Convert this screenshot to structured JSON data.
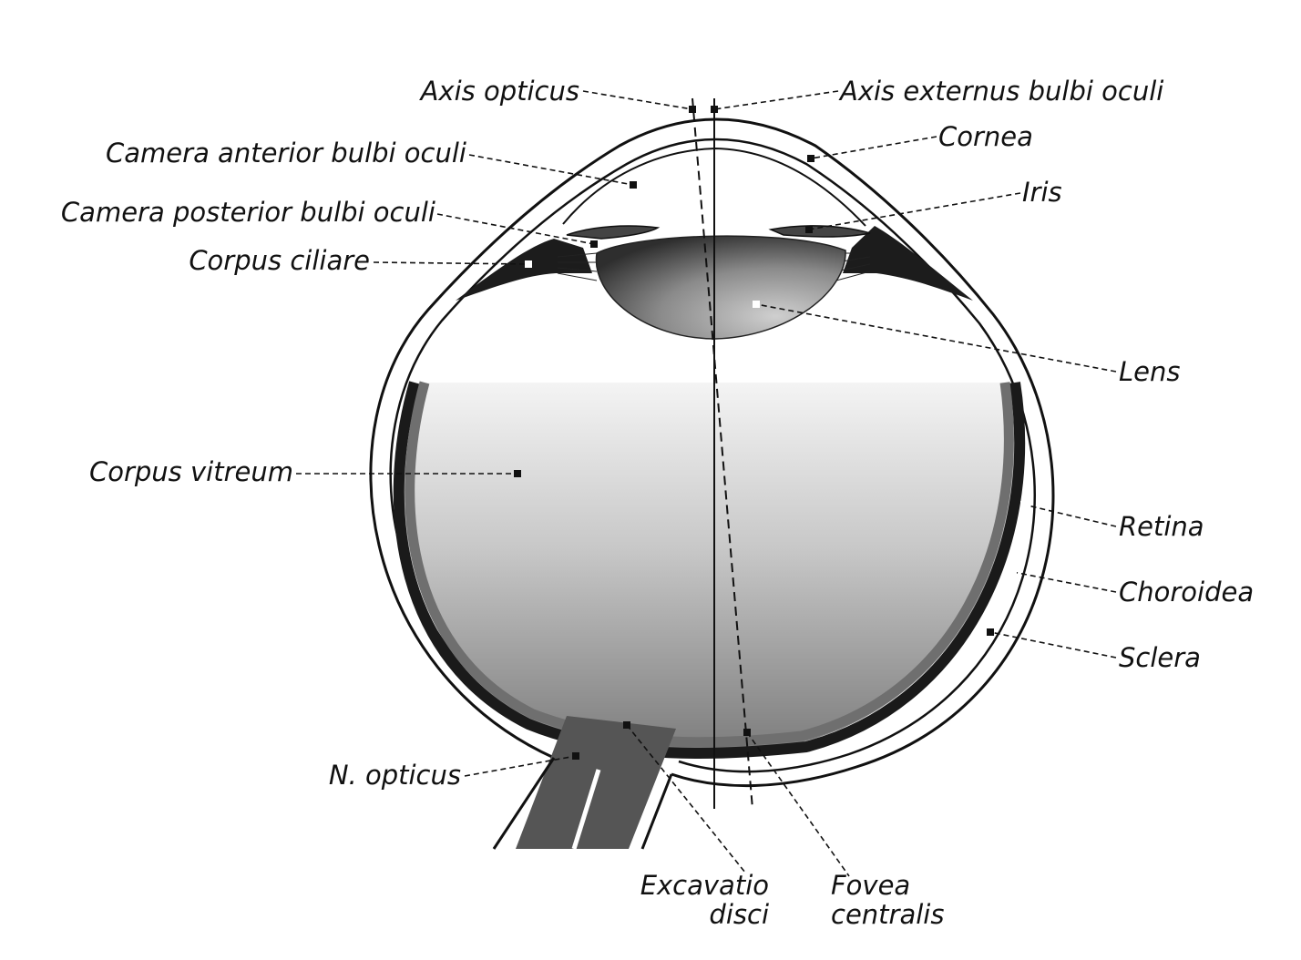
{
  "labels": {
    "axis_opticus": "Axis opticus",
    "axis_externus": "Axis externus bulbi oculi",
    "camera_anterior": "Camera anterior bulbi oculi",
    "cornea": "Cornea",
    "camera_posterior": "Camera posterior bulbi oculi",
    "iris": "Iris",
    "corpus_ciliare": "Corpus ciliare",
    "lens": "Lens",
    "corpus_vitreum": "Corpus vitreum",
    "retina": "Retina",
    "choroidea": "Choroidea",
    "sclera": "Sclera",
    "n_opticus": "N. opticus",
    "excavatio_1": "Excavatio",
    "excavatio_2": "disci",
    "fovea_1": "Fovea",
    "fovea_2": "centralis"
  },
  "colors": {
    "outline": "#111111",
    "choroid": "#1a1a1a",
    "retina": "#6f6f6f",
    "vitreous_top": "#f2f2f2",
    "vitreous_bottom": "#8c8c8c",
    "lens_light": "#bdbdbd",
    "lens_dark": "#3a3a3a",
    "nerve": "#555555"
  }
}
